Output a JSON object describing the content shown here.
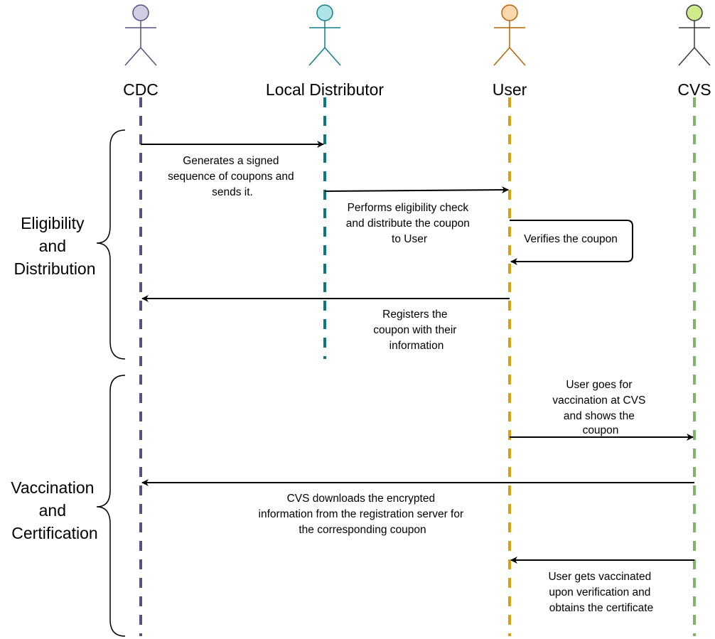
{
  "actors": [
    {
      "id": "cdc",
      "name": "CDC",
      "head_color": "#d0cee2",
      "stroke_color": "#56517e",
      "lifeline_color": "#56517e"
    },
    {
      "id": "local",
      "name": "Local Distributor",
      "head_color": "#b0e3e6",
      "stroke_color": "#0e8088",
      "lifeline_color": "#12777d"
    },
    {
      "id": "user",
      "name": "User",
      "head_color": "#fad7ac",
      "stroke_color": "#b46504",
      "lifeline_color": "#d9a10f"
    },
    {
      "id": "cvs",
      "name": "CVS",
      "head_color": "#cdeb8b",
      "stroke_color": "#36393d",
      "lifeline_color": "#82b366"
    }
  ],
  "messages": [
    {
      "id": "generate-coupons",
      "from": "cdc",
      "to": "local",
      "text": [
        "Generates a signed",
        "sequence of coupons and",
        "sends it."
      ]
    },
    {
      "id": "eligibility-check",
      "from": "local",
      "to": "user",
      "text": [
        "Performs eligibility check",
        "and distribute the coupon",
        "to User"
      ]
    },
    {
      "id": "verify-coupon",
      "from": "user",
      "to": "user",
      "text": [
        "Verifies the coupon"
      ]
    },
    {
      "id": "register-coupon",
      "from": "user",
      "to": "cdc",
      "text": [
        "Registers the",
        "coupon with their",
        "information"
      ]
    },
    {
      "id": "show-coupon",
      "from": "user",
      "to": "cvs",
      "text": [
        "User goes for",
        "vaccination at CVS",
        "and shows the",
        "coupon"
      ]
    },
    {
      "id": "download-info",
      "from": "cvs",
      "to": "cdc",
      "text": [
        "CVS downloads the encrypted",
        "information from the registration server for",
        "the corresponding coupon"
      ]
    },
    {
      "id": "vaccinate",
      "from": "cvs",
      "to": "user",
      "text": [
        "User gets vaccinated",
        "upon verification and",
        "obtains the certificate"
      ]
    }
  ],
  "phases": [
    {
      "id": "eligibility",
      "text": [
        "Eligibility",
        "and",
        "Distribution"
      ]
    },
    {
      "id": "vaccination",
      "text": [
        "Vaccination",
        "and",
        "Certification"
      ]
    }
  ]
}
